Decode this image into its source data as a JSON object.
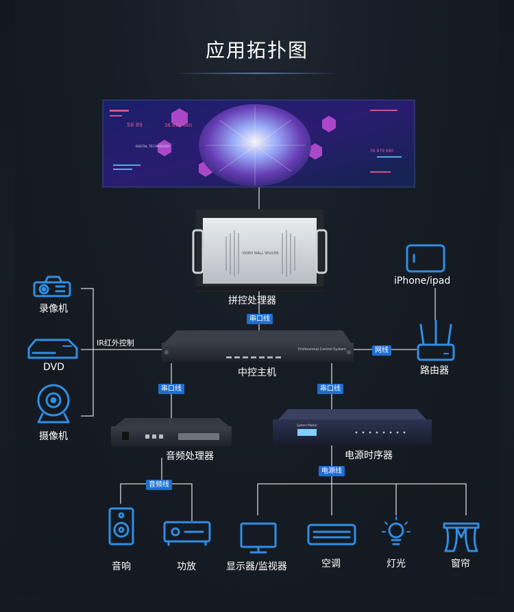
{
  "title": "应用拓扑图",
  "devices": {
    "splicer": "拼控处理器",
    "splicer_panel_text": "VIDEO WALL SPLICER",
    "central": "中控主机",
    "central_panel_text": "Professional Control System",
    "audio_proc": "音频处理器",
    "power_seq": "电源时序器",
    "power_panel_text": "System Master",
    "router": "路由器",
    "iphone": "iPhone/ipad",
    "recorder": "录像机",
    "dvd": "DVD",
    "camera": "摄像机",
    "speaker": "音响",
    "amp": "功放",
    "monitor": "显示器/监视器",
    "ac": "空调",
    "light": "灯光",
    "curtain": "窗帘"
  },
  "links": {
    "serial_top": "串口线",
    "serial_left": "串口线",
    "serial_right": "串口线",
    "network": "网线",
    "ir": "IR红外控制",
    "audio": "音频线",
    "power": "电源线"
  },
  "screen_text": {
    "t1": "DIGITAL TECHNOLOGY",
    "t2": "36 879 680",
    "t3": "58 89",
    "t4": "36 879 680"
  },
  "colors": {
    "accent": "#1e6fd0",
    "icon": "#2f8fe6",
    "line": "#d8d8d8"
  }
}
